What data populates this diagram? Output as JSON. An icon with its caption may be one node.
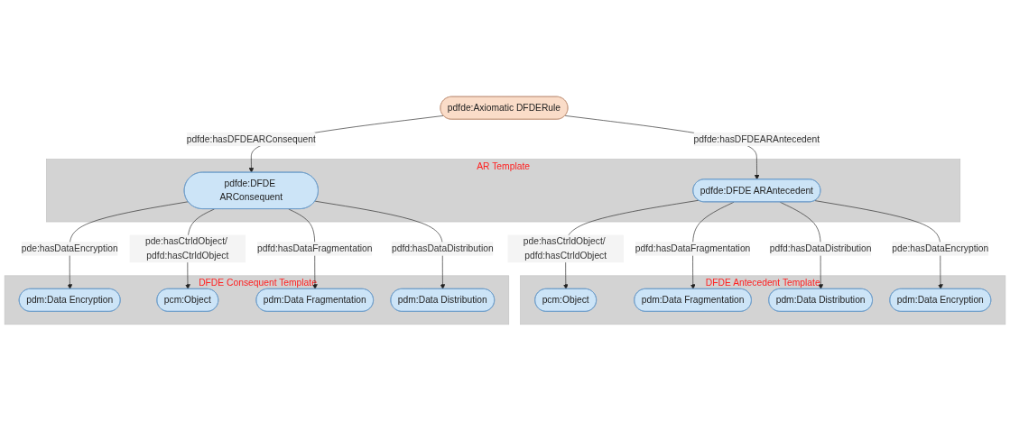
{
  "diagram": {
    "nodes": [
      {
        "text": [
          "pdfde:Axiomatic DFDERule"
        ]
      },
      {
        "text": [
          "AR Template"
        ]
      },
      {
        "text": [
          "pdfde:DFDE ARAntecedent"
        ],
        "in": 1
      },
      {
        "text": [
          "pdfde:DFDE ARConsequent"
        ],
        "in": 1
      },
      {
        "text": [
          "DFDE Antecedent Template"
        ]
      },
      {
        "text": [
          "pcm:Object"
        ],
        "in": 4
      },
      {
        "text": [
          "pdm:Data Fragmentation"
        ],
        "in": 4
      },
      {
        "text": [
          "pdm:Data Distribution"
        ],
        "in": 4
      },
      {
        "text": [
          "pdm:Data Encryption"
        ],
        "in": 4
      },
      {
        "text": [
          "DFDE Consequent Template"
        ]
      },
      {
        "text": [
          "pdm:Data Encryption"
        ],
        "in": 9
      },
      {
        "text": [
          "pcm:Object"
        ],
        "in": 9
      },
      {
        "text": [
          "pdm:Data Fragmentation"
        ],
        "in": 9
      },
      {
        "text": [
          "pdm:Data Distribution"
        ],
        "in": 9
      }
    ],
    "edges": [
      {
        "from": 0,
        "to": 2,
        "arrow": "to",
        "label": "pdfde:hasDFDEARAntecedent"
      },
      {
        "from": 0,
        "to": 3,
        "arrow": "to",
        "label": "pdfde:hasDFDEARConsequent"
      },
      {
        "from": 2,
        "to": 5,
        "arrow": "to",
        "label": "pde:hasCtrldObject/ pdfd:hasCtrldObject"
      },
      {
        "from": 2,
        "to": 6,
        "arrow": "to",
        "label": "pdfd:hasDataFragmentation"
      },
      {
        "from": 2,
        "to": 7,
        "arrow": "to",
        "label": "pdfd:hasDataDistribution"
      },
      {
        "from": 2,
        "to": 8,
        "arrow": "to",
        "label": "pde:hasDataEncryption"
      },
      {
        "from": 3,
        "to": 10,
        "arrow": "to",
        "label": "pde:hasDataEncryption"
      },
      {
        "from": 3,
        "to": 11,
        "arrow": "to",
        "label": "pde:hasCtrldObject/ pdfd:hasCtrldObject"
      },
      {
        "from": 3,
        "to": 12,
        "arrow": "to",
        "label": "pdfd:hasDataFragmentation"
      },
      {
        "from": 3,
        "to": 13,
        "arrow": "to",
        "label": "pdfd:hasDataDistribution"
      }
    ]
  }
}
